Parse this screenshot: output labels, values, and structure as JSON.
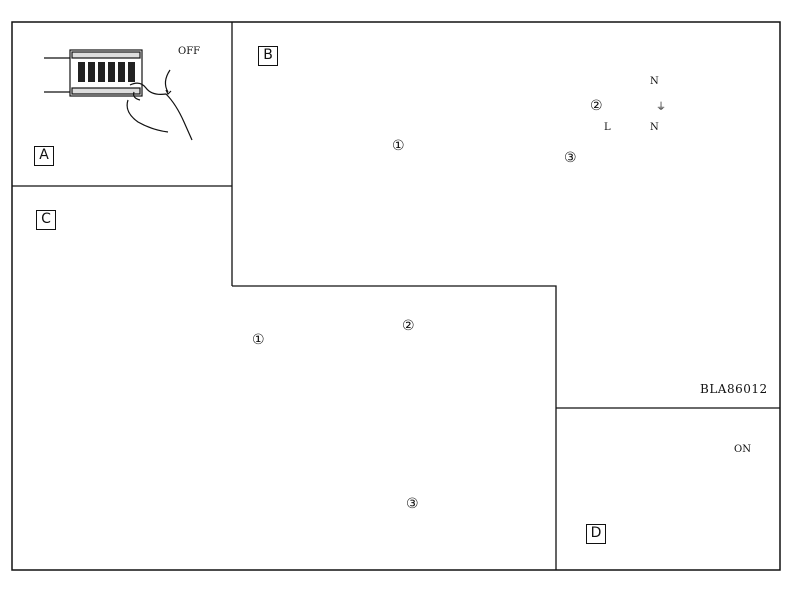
{
  "panels": {
    "a": {
      "label": "A",
      "switch_text": "OFF"
    },
    "b": {
      "label": "B",
      "steps": [
        "①",
        "②",
        "③"
      ],
      "terminal_letters": {
        "n_top": "N",
        "n_bottom": "N",
        "l": "L",
        "earth": "⏚"
      }
    },
    "c": {
      "label": "C",
      "steps": [
        "①",
        "②",
        "③"
      ]
    },
    "d": {
      "label": "D",
      "switch_text": "ON"
    }
  },
  "product_code": "BLA86012"
}
